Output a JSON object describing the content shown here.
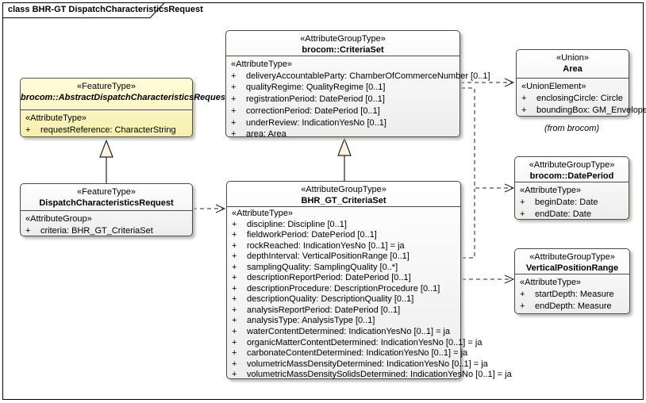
{
  "frame": {
    "title": "class BHR-GT DispatchCharacteristicsRequest"
  },
  "symbols": {
    "plus": "+"
  },
  "classes": {
    "abstract_request": {
      "stereotype": "«FeatureType»",
      "name": "brocom::AbstractDispatchCharacteristicsRequest",
      "section_stereotype": "«AttributeType»",
      "attributes": [
        "requestReference: CharacterString"
      ]
    },
    "dispatch_request": {
      "stereotype": "«FeatureType»",
      "name": "DispatchCharacteristicsRequest",
      "section_stereotype": "«AttributeGroup»",
      "attributes": [
        "criteria: BHR_GT_CriteriaSet"
      ]
    },
    "brocom_criteria_set": {
      "stereotype": "«AttributeGroupType»",
      "name": "brocom::CriteriaSet",
      "section_stereotype": "«AttributeType»",
      "attributes": [
        "deliveryAccountableParty: ChamberOfCommerceNumber [0..1]",
        "qualityRegime: QualityRegime [0..1]",
        "registrationPeriod: DatePeriod [0..1]",
        "correctionPeriod: DatePeriod [0..1]",
        "underReview: IndicationYesNo [0..1]",
        "area: Area"
      ]
    },
    "bhr_gt_criteria_set": {
      "stereotype": "«AttributeGroupType»",
      "name": "BHR_GT_CriteriaSet",
      "section_stereotype": "«AttributeType»",
      "attributes": [
        "discipline: Discipline [0..1]",
        "fieldworkPeriod: DatePeriod [0..1]",
        "rockReached: IndicationYesNo [0..1] = ja",
        "depthInterval: VerticalPositionRange [0..1]",
        "samplingQuality: SamplingQuality [0..*]",
        "descriptionReportPeriod: DatePeriod [0..1]",
        "descriptionProcedure: DescriptionProcedure [0..1]",
        "descriptionQuality: DescriptionQuality [0..1]",
        "analysisReportPeriod: DatePeriod [0..1]",
        "analysisType: AnalysisType [0..1]",
        "waterContentDetermined: IndicationYesNo [0..1] = ja",
        "organicMatterContentDetermined: IndicationYesNo [0..1] = ja",
        "carbonateContentDetermined: IndicationYesNo [0..1] = ja",
        "volumetricMassDensityDetermined: IndicationYesNo [0..1] = ja",
        "volumetricMassDensitySolidsDetermined: IndicationYesNo [0..1] = ja"
      ]
    },
    "area": {
      "stereotype": "«Union»",
      "name": "Area",
      "section_stereotype": "«UnionElement»",
      "attributes": [
        "enclosingCircle: Circle",
        "boundingBox: GM_Envelope"
      ],
      "note": "(from brocom)"
    },
    "brocom_date_period": {
      "stereotype": "«AttributeGroupType»",
      "name": "brocom::DatePeriod",
      "section_stereotype": "«AttributeType»",
      "attributes": [
        "beginDate: Date",
        "endDate: Date"
      ]
    },
    "vertical_position_range": {
      "stereotype": "«AttributeGroupType»",
      "name": "VerticalPositionRange",
      "section_stereotype": "«AttributeType»",
      "attributes": [
        "startDepth: Measure",
        "endDepth: Measure"
      ]
    }
  }
}
